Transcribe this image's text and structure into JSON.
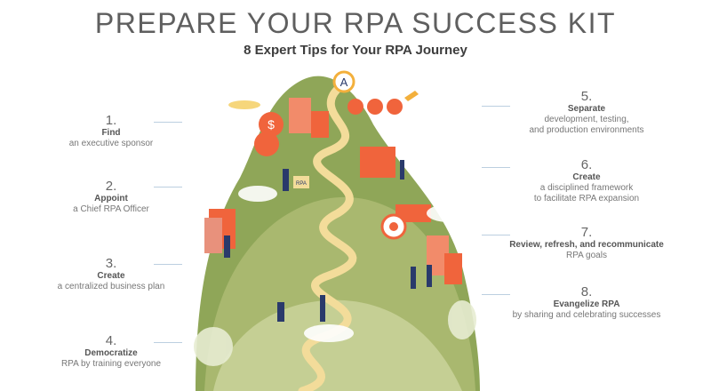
{
  "title": "PREPARE YOUR RPA SUCCESS KIT",
  "subtitle": "8 Expert Tips for Your RPA Journey",
  "tips": [
    {
      "number": "1.",
      "heading": "Find",
      "lines": [
        "an executive sponsor"
      ]
    },
    {
      "number": "2.",
      "heading": "Appoint",
      "lines": [
        "a Chief RPA Officer"
      ]
    },
    {
      "number": "3.",
      "heading": "Create",
      "lines": [
        "a centralized business plan"
      ]
    },
    {
      "number": "4.",
      "heading": "Democratize",
      "lines": [
        "RPA by training everyone"
      ]
    },
    {
      "number": "5.",
      "heading": "Separate",
      "lines": [
        "development, testing,",
        "and production environments"
      ]
    },
    {
      "number": "6.",
      "heading": "Create",
      "lines": [
        "a disciplined framework",
        "to facilitate RPA expansion"
      ]
    },
    {
      "number": "7.",
      "heading": "Review, refresh, and recommunicate",
      "lines": [
        "RPA goals"
      ]
    },
    {
      "number": "8.",
      "heading": "Evangelize RPA",
      "lines": [
        "by sharing and celebrating successes"
      ]
    }
  ],
  "illustration": {
    "sign_text": "RPA",
    "badge_letter": "A",
    "money_symbol": "$"
  },
  "colors": {
    "green_dark": "#8fa658",
    "green_light": "#c5cf94",
    "orange": "#f0643c",
    "path": "#f3dc9a",
    "navy": "#2a3a6b"
  }
}
